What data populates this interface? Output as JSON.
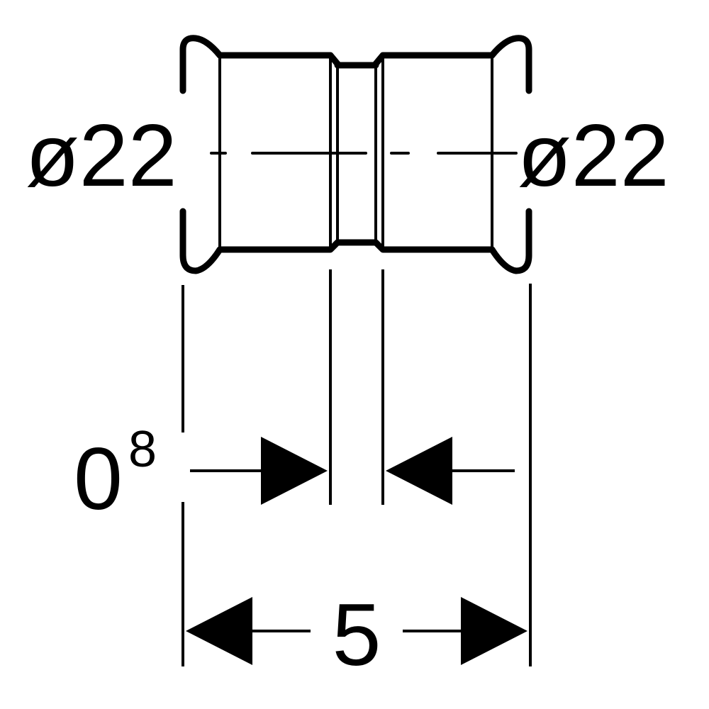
{
  "diagram": {
    "left_diameter_label": "ø22",
    "right_diameter_label": "ø22",
    "insertion_depth_base": "0",
    "insertion_depth_superscript": "8",
    "overall_length_label": "5",
    "colors": {
      "ink": "#000000",
      "background": "#ffffff"
    }
  }
}
